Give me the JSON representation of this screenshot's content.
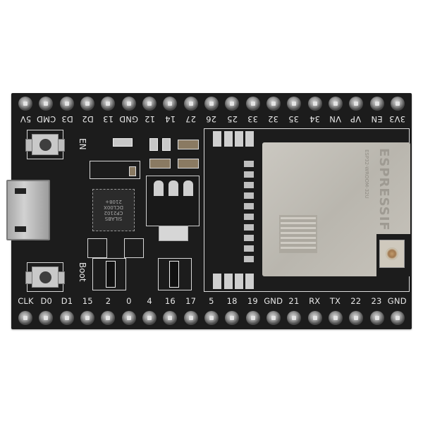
{
  "image": {
    "subject": "ESP32 development board (ESP32-DevKitC style) photographed top-down",
    "background_color": "#ffffff",
    "pcb_color": "#1c1c1c",
    "silkscreen_color": "#e8e8e8"
  },
  "header_top": {
    "labels": [
      "5V",
      "CMD",
      "D3",
      "D2",
      "13",
      "GND",
      "12",
      "14",
      "27",
      "26",
      "25",
      "33",
      "32",
      "35",
      "34",
      "VN",
      "VP",
      "EN",
      "3V3"
    ],
    "orientation": "upside-down"
  },
  "header_bottom": {
    "labels": [
      "CLK",
      "D0",
      "D1",
      "15",
      "2",
      "0",
      "4",
      "16",
      "17",
      "5",
      "18",
      "19",
      "GND",
      "21",
      "RX",
      "TX",
      "22",
      "23",
      "GND"
    ]
  },
  "buttons": [
    {
      "name": "EN",
      "label": "EN"
    },
    {
      "name": "Boot",
      "label": "Boot"
    }
  ],
  "components": {
    "usb_port": "Micro-USB",
    "usb_uart_chip": {
      "lines": [
        "SILABS",
        "CP2102",
        "DCL00X",
        "2108+"
      ]
    },
    "voltage_regulator": "SOT-223 LDO",
    "module": {
      "brand": "ESPRESSIF",
      "model": "ESP32-WROOM-32U",
      "antenna_connector": "U.FL / IPEX"
    }
  }
}
